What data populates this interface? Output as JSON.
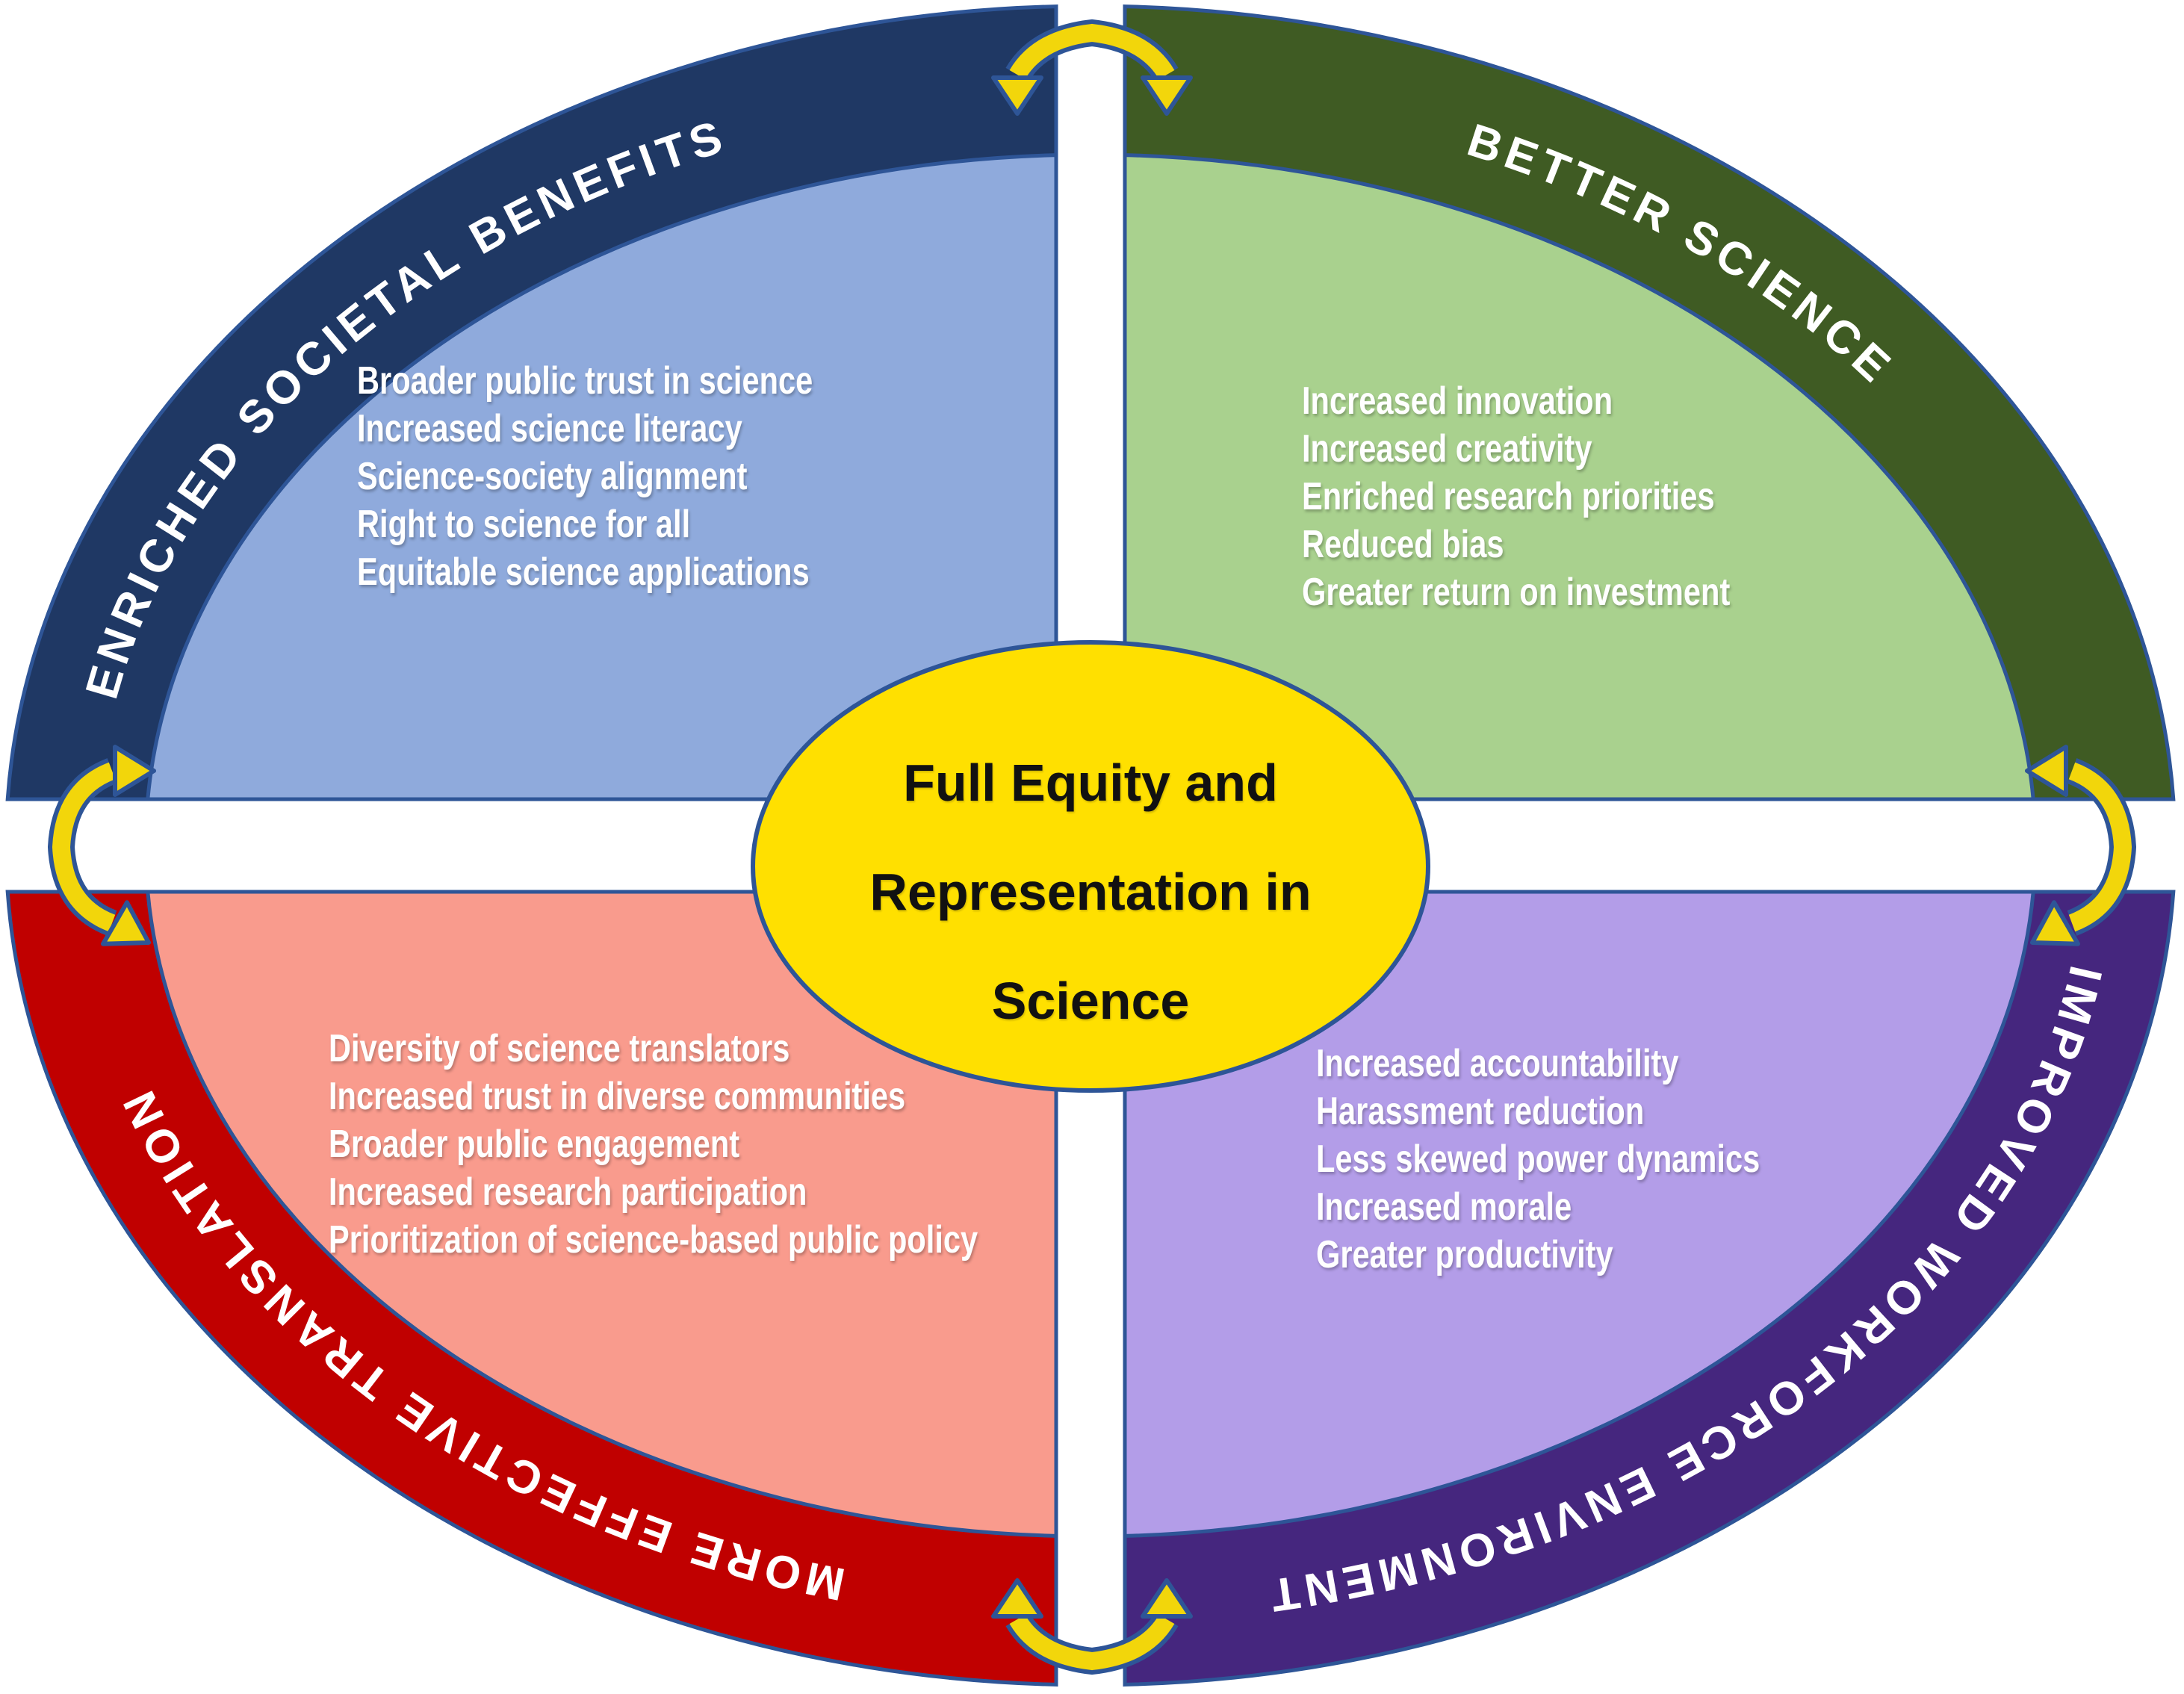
{
  "diagram": {
    "center": {
      "title_lines": [
        "Full Equity and",
        "Representation in",
        "Science"
      ]
    },
    "quadrants": [
      {
        "id": "enriched-societal-benefits",
        "title": "ENRICHED SOCIETAL BENEFITS",
        "ring_color": "#1F3864",
        "fill_color": "#8FAADC",
        "items": [
          "Broader public trust in science",
          "Increased science literacy",
          "Science-society alignment",
          "Right to science for all",
          "Equitable science applications"
        ]
      },
      {
        "id": "better-science",
        "title": "BETTER SCIENCE",
        "ring_color": "#3F5B23",
        "fill_color": "#A9D18E",
        "items": [
          "Increased innovation",
          "Increased creativity",
          "Enriched research priorities",
          "Reduced bias",
          "Greater return on investment"
        ]
      },
      {
        "id": "more-effective-translation",
        "title": "MORE EFFECTIVE TRANSLATION",
        "ring_color": "#C00000",
        "fill_color": "#F99B8D",
        "items": [
          "Diversity of science translators",
          "Increased trust in diverse communities",
          "Broader public engagement",
          "Increased research participation",
          "Prioritization of science-based public policy"
        ]
      },
      {
        "id": "improved-workforce-environment",
        "title": "IMPROVED WORKFORCE ENVIRONMENT",
        "ring_color": "#45267E",
        "fill_color": "#B39DE8",
        "items": [
          "Increased accountability",
          "Harassment reduction",
          "Less skewed power dynamics",
          "Increased morale",
          "Greater productivity"
        ]
      }
    ],
    "colors": {
      "center_yellow": "#FFE000",
      "arrow_yellow": "#F2D60B",
      "outline_blue": "#2E5597",
      "background": "#FFFFFF"
    }
  }
}
